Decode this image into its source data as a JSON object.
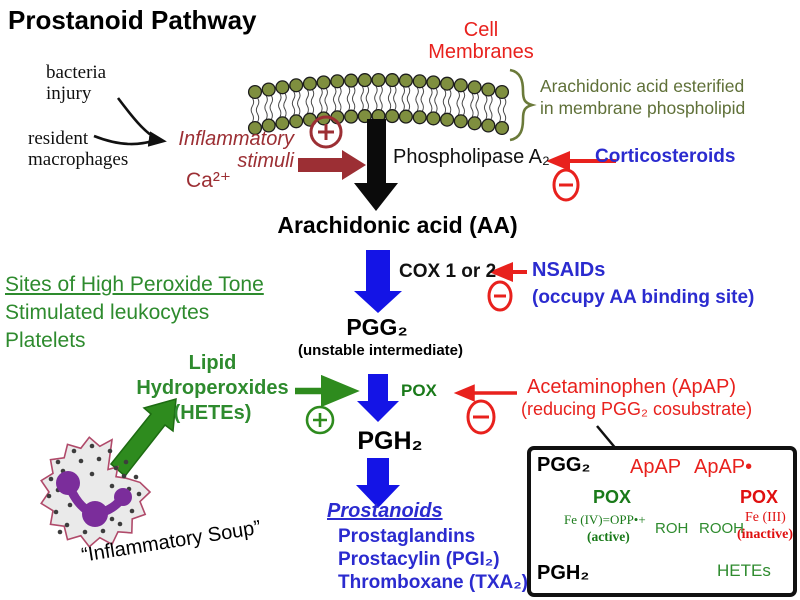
{
  "title": "Prostanoid Pathway",
  "colors": {
    "bright_red": "#E8211D",
    "dark_red": "#9C2F34",
    "blue_text": "#2B2BCF",
    "blue_arrow": "#1414E6",
    "green_text": "#2E8B2E",
    "dark_green_text": "#1A7A1A",
    "olive_text": "#5F7038",
    "membrane_fill": "#7F8F3F",
    "nucleus_purple": "#7B2D9B",
    "cell_outline_pink": "#B04A6A"
  },
  "left_triggers": {
    "bacteria_injury": "bacteria\ninjury",
    "resident_macrophages": "resident\nmacrophages"
  },
  "stimuli": {
    "label": "Inflammatory\nstimuli",
    "calcium": "Ca²⁺"
  },
  "membrane": {
    "label": "Cell\nMembranes",
    "esterified_note": "Arachidonic acid esterified\nin membrane phospholipid"
  },
  "main_pathway": {
    "phospholipase": "Phospholipase A₂",
    "arachidonic_acid": "Arachidonic acid (AA)",
    "cox": "COX 1 or 2",
    "pgg2": "PGG₂",
    "pgg2_note": "(unstable intermediate)",
    "pox": "POX",
    "pgh2": "PGH₂",
    "prostanoids_heading": "Prostanoids",
    "prostanoids": [
      "Prostaglandins",
      "Prostacylin (PGI₂)",
      "Thromboxane (TXA₂)"
    ]
  },
  "inhibitors": {
    "corticosteroids": "Corticosteroids",
    "nsaids": "NSAIDs",
    "nsaids_note": "(occupy AA binding site)",
    "acetaminophen": "Acetaminophen (ApAP)",
    "acetaminophen_note": "(reducing PGG₂ cosubstrate)"
  },
  "peroxide_tone": {
    "heading": "Sites of High Peroxide Tone",
    "item1": "Stimulated leukocytes",
    "item2": "Platelets",
    "lipid_hydroperoxides": "Lipid\nHydroperoxides\n(HETEs)"
  },
  "inflammatory_soup": "“Inflammatory Soup”",
  "inset": {
    "pgg2": "PGG₂",
    "pgh2": "PGH₂",
    "apap": "ApAP",
    "apap_radical": "ApAP•",
    "pox_active": "POX",
    "pox_inactive": "POX",
    "fe_active": "Fe (IV)=OPP•+",
    "active_note": "(active)",
    "fe_inactive": "Fe (III)",
    "inactive_note": "(inactive)",
    "roh": "ROH",
    "rooh": "ROOH",
    "hetes": "HETEs"
  }
}
